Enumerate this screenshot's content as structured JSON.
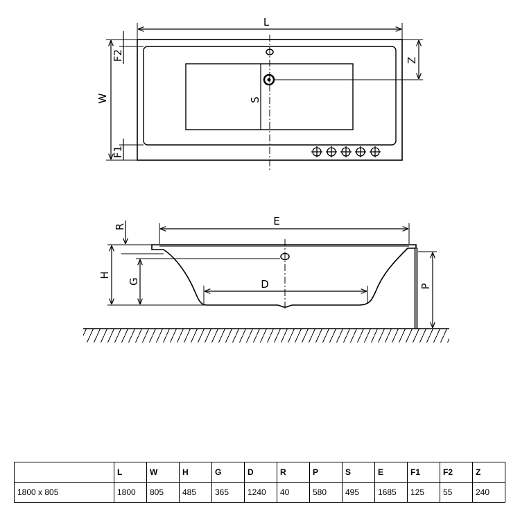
{
  "labels": {
    "L": "L",
    "W": "W",
    "Z": "Z",
    "S": "S",
    "F2": "F2",
    "F1": "F1",
    "E": "E",
    "R": "R",
    "H": "H",
    "G": "G",
    "D": "D",
    "P": "P"
  },
  "table": {
    "headers": [
      "",
      "L",
      "W",
      "H",
      "G",
      "D",
      "R",
      "P",
      "S",
      "E",
      "F1",
      "F2",
      "Z"
    ],
    "rows": [
      [
        "1800 x 805",
        "1800",
        "805",
        "485",
        "365",
        "1240",
        "40",
        "580",
        "495",
        "1685",
        "125",
        "55",
        "240"
      ]
    ]
  }
}
